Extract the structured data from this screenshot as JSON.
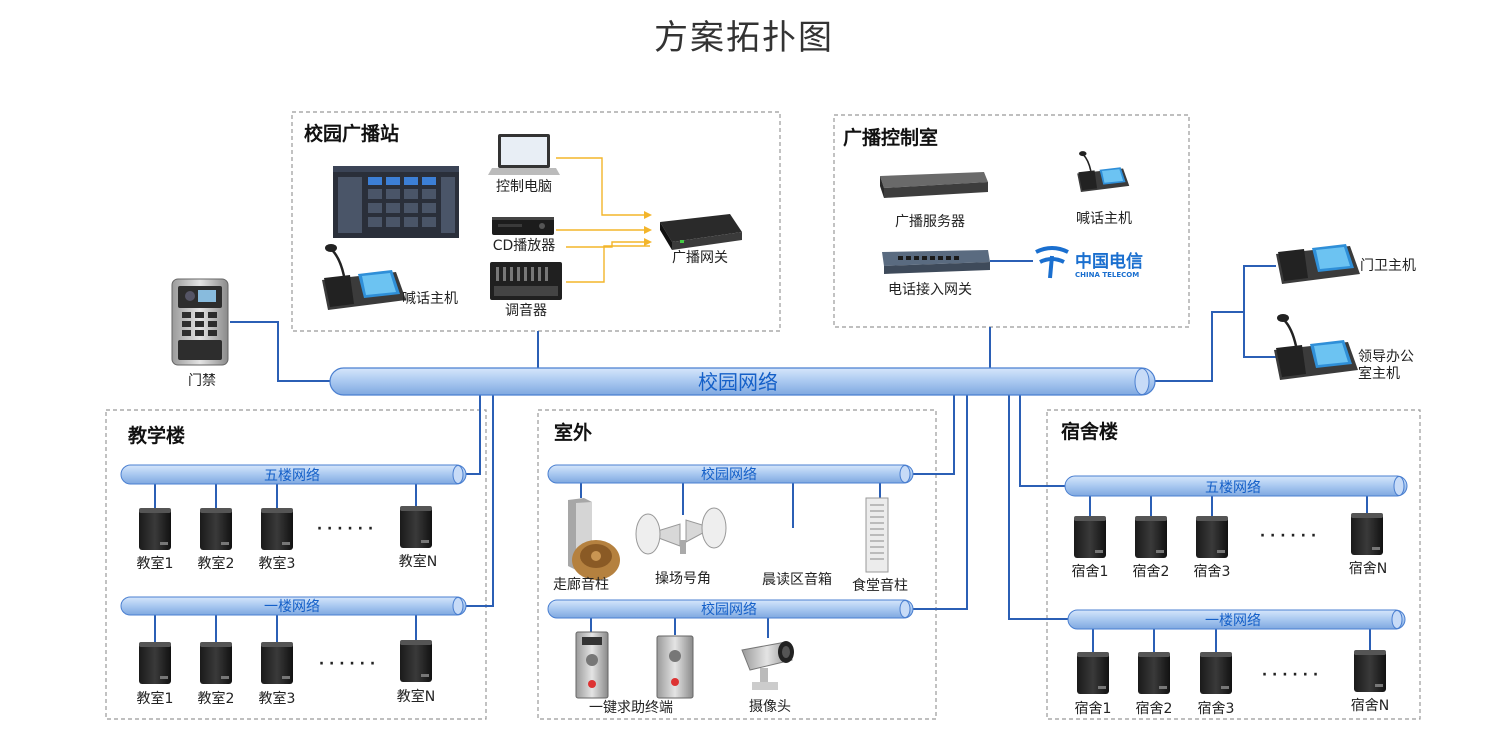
{
  "title": "方案拓扑图",
  "campus_network": "校园网络",
  "station": {
    "title": "校园广播站",
    "pc": "控制电脑",
    "cd": "CD播放器",
    "mixer": "调音器",
    "gateway": "广播网关",
    "mic_host": "喊话主机"
  },
  "control_room": {
    "title": "广播控制室",
    "server": "广播服务器",
    "mic_host": "喊话主机",
    "phone_gateway": "电话接入网关",
    "telecom_cn": "中国电信",
    "telecom_en": "CHINA TELECOM"
  },
  "access": "门禁",
  "guard_host": "门卫主机",
  "leader_host_line1": "领导办公",
  "leader_host_line2": "室主机",
  "teaching": {
    "title": "教学楼",
    "net_5f": "五楼网络",
    "net_1f": "一楼网络",
    "dots": "· · · · · ·",
    "rooms_5f": [
      "教室1",
      "教室2",
      "教室3",
      "教室N"
    ],
    "rooms_1f": [
      "教室1",
      "教室2",
      "教室3",
      "教室N"
    ]
  },
  "outdoor": {
    "title": "室外",
    "net_top": "校园网络",
    "net_bottom": "校园网络",
    "corridor": "走廊音柱",
    "horn": "操场号角",
    "reading": "晨读区音箱",
    "canteen": "食堂音柱",
    "sos": "一键求助终端",
    "camera": "摄像头"
  },
  "dorm": {
    "title": "宿舍楼",
    "net_5f": "五楼网络",
    "net_1f": "一楼网络",
    "dots": "· · · · · ·",
    "rooms_5f": [
      "宿舍1",
      "宿舍2",
      "宿舍3",
      "宿舍N"
    ],
    "rooms_1f": [
      "宿舍1",
      "宿舍2",
      "宿舍3",
      "宿舍N"
    ]
  },
  "colors": {
    "pipe_fill": "#a9c8f0",
    "pipe_stroke": "#4a7fd0",
    "line": "#2b5fb5",
    "audio_line": "#f3b52a",
    "telecom": "#1a6fcf"
  }
}
